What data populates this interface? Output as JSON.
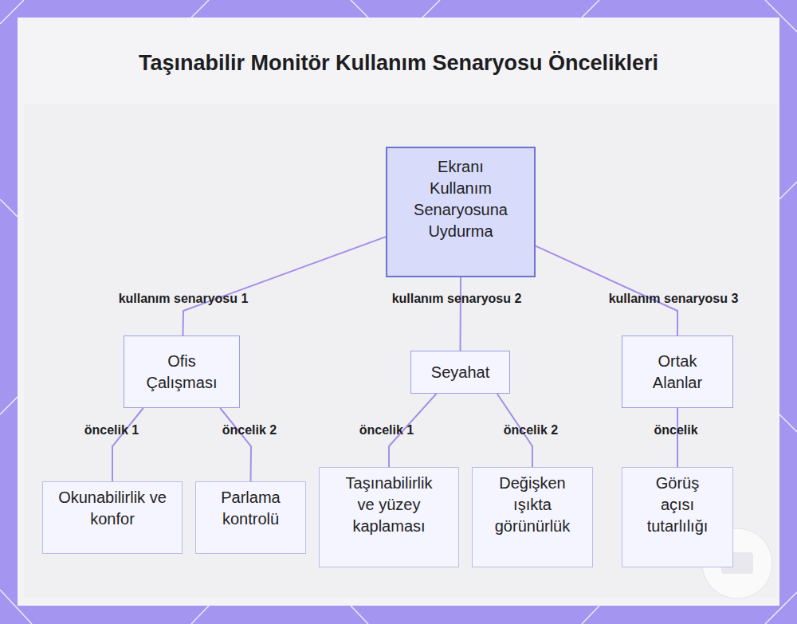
{
  "diagram": {
    "title": "Taşınabilir Monitör Kullanım Senaryosu Öncelikleri",
    "nodes": [
      {
        "text": [
          "Ekranı Kullanım Senaryosuna Uydurma"
        ]
      },
      {
        "text": [
          "Ofis Çalışması"
        ]
      },
      {
        "text": [
          "Seyahat"
        ]
      },
      {
        "text": [
          "Ortak Alanlar"
        ]
      },
      {
        "text": [
          "Okunabilirlik ve konfor"
        ]
      },
      {
        "text": [
          "Parlama kontrolü"
        ]
      },
      {
        "text": [
          "Taşınabilirlik ve yüzey kaplaması"
        ]
      },
      {
        "text": [
          "Değişken ışıkta görünürlük"
        ]
      },
      {
        "text": [
          "Görüş açısı tutarlılığı"
        ]
      }
    ],
    "edges": [
      {
        "from": 0,
        "to": 1,
        "arrow": "none",
        "label": "kullanım senaryosu 1"
      },
      {
        "from": 0,
        "to": 2,
        "arrow": "none",
        "label": "kullanım senaryosu 2"
      },
      {
        "from": 0,
        "to": 3,
        "arrow": "none",
        "label": "kullanım senaryosu 3"
      },
      {
        "from": 1,
        "to": 4,
        "arrow": "none",
        "label": "öncelik 1"
      },
      {
        "from": 1,
        "to": 5,
        "arrow": "none",
        "label": "öncelik 2"
      },
      {
        "from": 2,
        "to": 6,
        "arrow": "none",
        "label": "öncelik 1"
      },
      {
        "from": 2,
        "to": 7,
        "arrow": "none",
        "label": "öncelik 2"
      },
      {
        "from": 3,
        "to": 8,
        "arrow": "none",
        "label": "öncelik"
      }
    ]
  }
}
